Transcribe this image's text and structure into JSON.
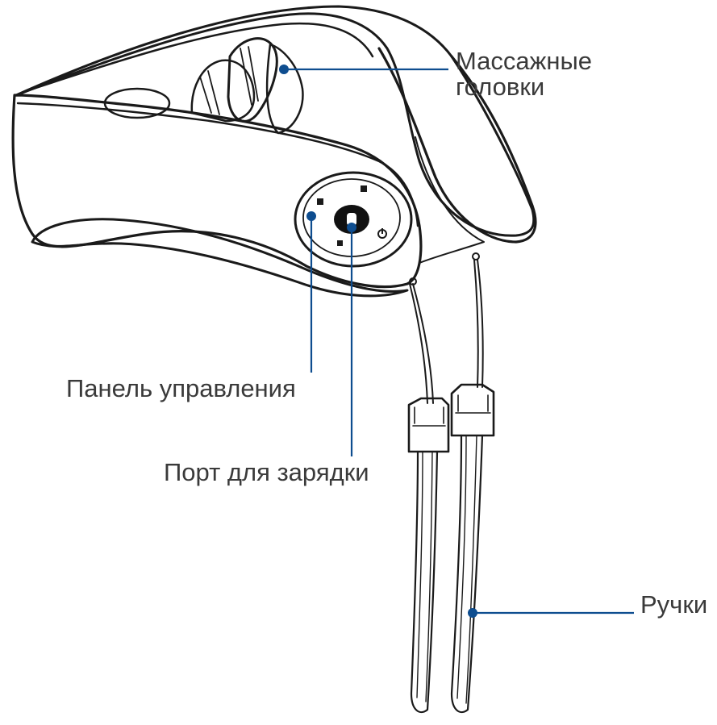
{
  "labels": {
    "massage_heads_line1": "Массажные",
    "massage_heads_line2": "головки",
    "control_panel": "Панель управления",
    "charging_port": "Порт для зарядки",
    "handles": "Ручки"
  },
  "colors": {
    "callout": "#0e4d8f",
    "outline": "#1a1a1a",
    "text": "#3a3a3a",
    "device_fill": "#ffffff",
    "port_fill": "#111111"
  },
  "icons": [
    "massage-mode-icon",
    "intensity-icon",
    "power-icon",
    "heat-icon"
  ]
}
